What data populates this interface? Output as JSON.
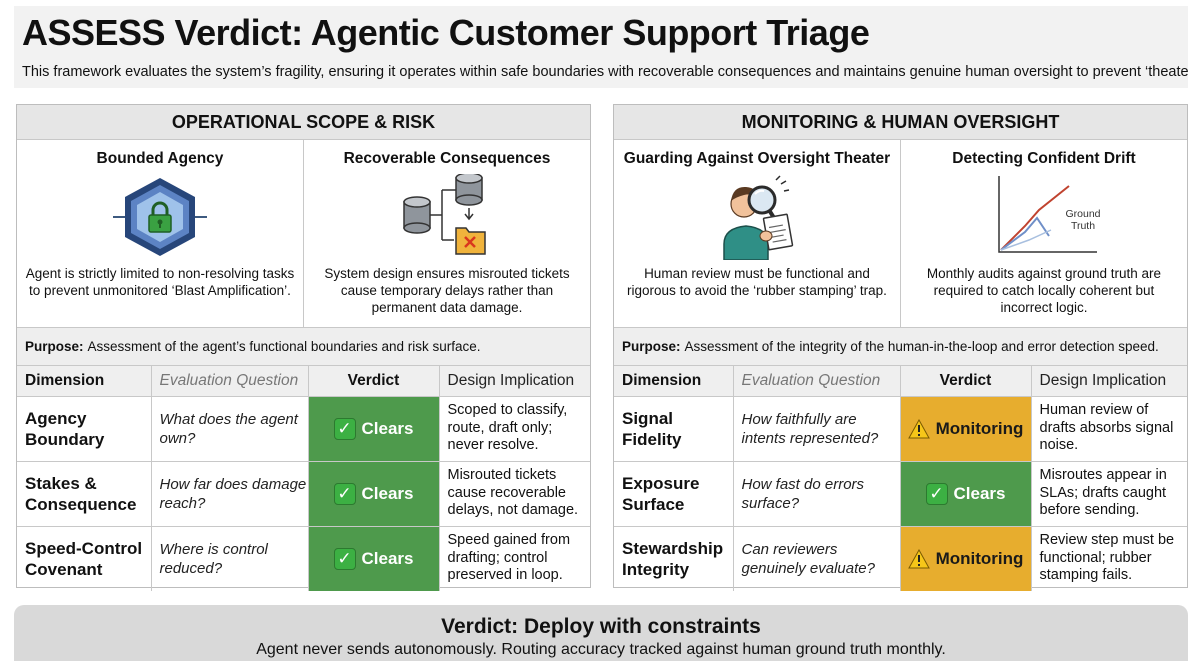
{
  "header": {
    "title": "ASSESS Verdict: Agentic Customer Support Triage",
    "subtitle": "This framework evaluates the system’s fragility, ensuring it operates within safe boundaries with recoverable consequences and maintains genuine human oversight to prevent ‘theater’."
  },
  "left_panel": {
    "title": "OPERATIONAL SCOPE & RISK",
    "cards": [
      {
        "title": "Bounded Agency",
        "icon": "hexagon-lock-icon",
        "desc": "Agent is strictly limited to non-resolving tasks to prevent unmonitored ‘Blast Amplification’."
      },
      {
        "title": "Recoverable Consequences",
        "icon": "database-routing-icon",
        "desc": "System design ensures misrouted tickets cause temporary delays rather than permanent data damage."
      }
    ],
    "purpose_label": "Purpose:",
    "purpose_text": "Assessment of the agent’s functional boundaries and risk surface.",
    "columns": {
      "dimension": "Dimension",
      "question": "Evaluation Question",
      "verdict": "Verdict",
      "implication": "Design Implication"
    },
    "rows": [
      {
        "dimension": "Agency Boundary",
        "question": "What does the agent own?",
        "verdict": "Clears",
        "status": "clears",
        "implication": "Scoped to classify, route, draft only; never resolve."
      },
      {
        "dimension": "Stakes & Consequence",
        "question": "How far does damage reach?",
        "verdict": "Clears",
        "status": "clears",
        "implication": "Misrouted tickets cause recoverable delays, not damage."
      },
      {
        "dimension": "Speed-Control Covenant",
        "question": "Where is control reduced?",
        "verdict": "Clears",
        "status": "clears",
        "implication": "Speed gained from drafting; control preserved in loop."
      }
    ]
  },
  "right_panel": {
    "title": "MONITORING & HUMAN OVERSIGHT",
    "cards": [
      {
        "title": "Guarding Against Oversight Theater",
        "icon": "magnifier-reviewer-icon",
        "desc": "Human review must be functional and rigorous to avoid the ‘rubber stamping’ trap."
      },
      {
        "title": "Detecting Confident Drift",
        "icon": "drift-chart-icon",
        "desc": "Monthly audits against ground truth are required to catch locally coherent but incorrect logic.",
        "chart_label": "Ground Truth"
      }
    ],
    "purpose_label": "Purpose:",
    "purpose_text": "Assessment of the integrity of the human-in-the-loop and error detection speed.",
    "columns": {
      "dimension": "Dimension",
      "question": "Evaluation Question",
      "verdict": "Verdict",
      "implication": "Design Implication"
    },
    "rows": [
      {
        "dimension": "Signal Fidelity",
        "question": "How faithfully are intents represented?",
        "verdict": "Monitoring",
        "status": "monitor",
        "implication": "Human review of drafts absorbs signal noise."
      },
      {
        "dimension": "Exposure Surface",
        "question": "How fast do errors surface?",
        "verdict": "Clears",
        "status": "clears",
        "implication": "Misroutes appear in SLAs; drafts caught before sending."
      },
      {
        "dimension": "Stewardship Integrity",
        "question": "Can reviewers genuinely evaluate?",
        "verdict": "Monitoring",
        "status": "monitor",
        "implication": "Review step must be functional; rubber stamping fails."
      }
    ]
  },
  "footer": {
    "title": "Verdict: Deploy with constraints",
    "text": "Agent never sends autonomously. Routing accuracy tracked against human ground truth monthly."
  },
  "colors": {
    "clears": "#4e9a4c",
    "monitoring": "#e7ad2e",
    "header_bg": "#f2f2f2",
    "footer_bg": "#d9d9d9"
  }
}
